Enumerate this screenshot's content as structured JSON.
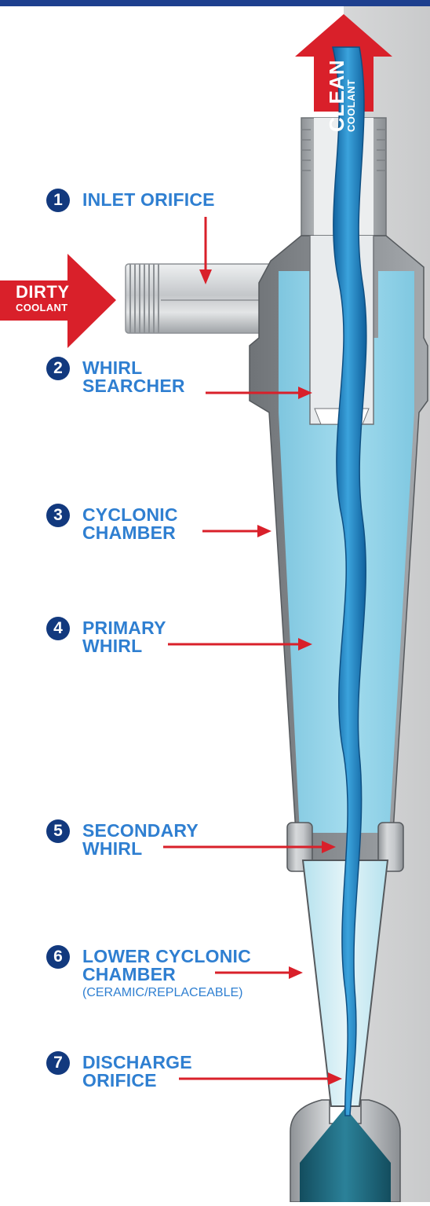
{
  "flow": {
    "outlet": {
      "line1": "CLEAN",
      "line2": "COOLANT"
    },
    "inlet": {
      "line1": "DIRTY",
      "line2": "COOLANT"
    }
  },
  "labels": [
    {
      "num": "1",
      "line1": "INLET ORIFICE",
      "line2": ""
    },
    {
      "num": "2",
      "line1": "WHIRL",
      "line2": "SEARCHER"
    },
    {
      "num": "3",
      "line1": "CYCLONIC",
      "line2": "CHAMBER"
    },
    {
      "num": "4",
      "line1": "PRIMARY",
      "line2": "WHIRL"
    },
    {
      "num": "5",
      "line1": "SECONDARY",
      "line2": "WHIRL"
    },
    {
      "num": "6",
      "line1": "LOWER CYCLONIC",
      "line2": "CHAMBER",
      "note": "(CERAMIC/REPLACEABLE)"
    },
    {
      "num": "7",
      "line1": "DISCHARGE",
      "line2": "ORIFICE"
    }
  ],
  "colors": {
    "top_bar": "#1d3f8e",
    "label_blue": "#2f7fd1",
    "badge_navy": "#12397e",
    "arrow_red": "#d9202a",
    "chamber_fluid": "#8ed2e8",
    "vortex_blue": "#1f86c8",
    "discharge_teal": "#1f6f84",
    "metal_gray": "#b9bcc0",
    "panel_gray": "#d4d5d6"
  }
}
